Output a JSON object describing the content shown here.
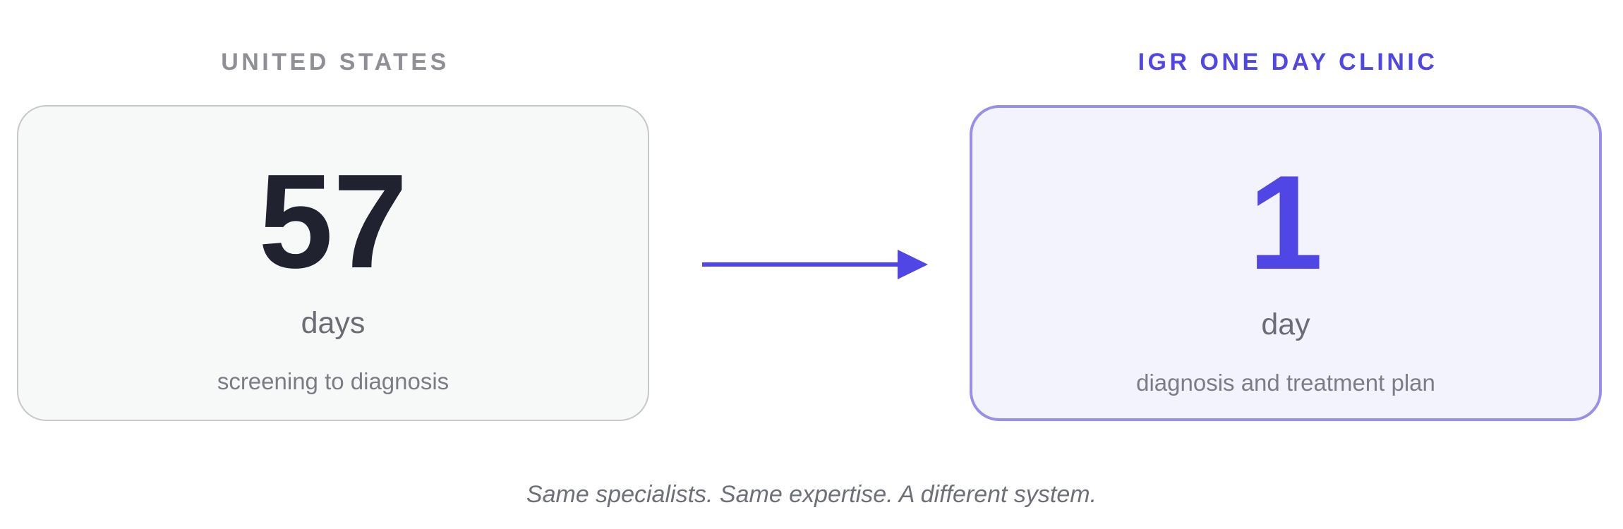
{
  "left_panel": {
    "heading": "UNITED STATES",
    "number": "57",
    "unit": "days",
    "caption": "screening to diagnosis"
  },
  "right_panel": {
    "heading": "IGR ONE DAY CLINIC",
    "number": "1",
    "unit": "day",
    "caption": "diagnosis and treatment plan"
  },
  "footer": {
    "tagline": "Same specialists. Same expertise. A different system."
  },
  "colors": {
    "accent": "#4f46e5",
    "dark_number": "#20232f",
    "muted_heading": "#8e9096"
  },
  "icons": {
    "arrow": "arrow-right-icon"
  }
}
